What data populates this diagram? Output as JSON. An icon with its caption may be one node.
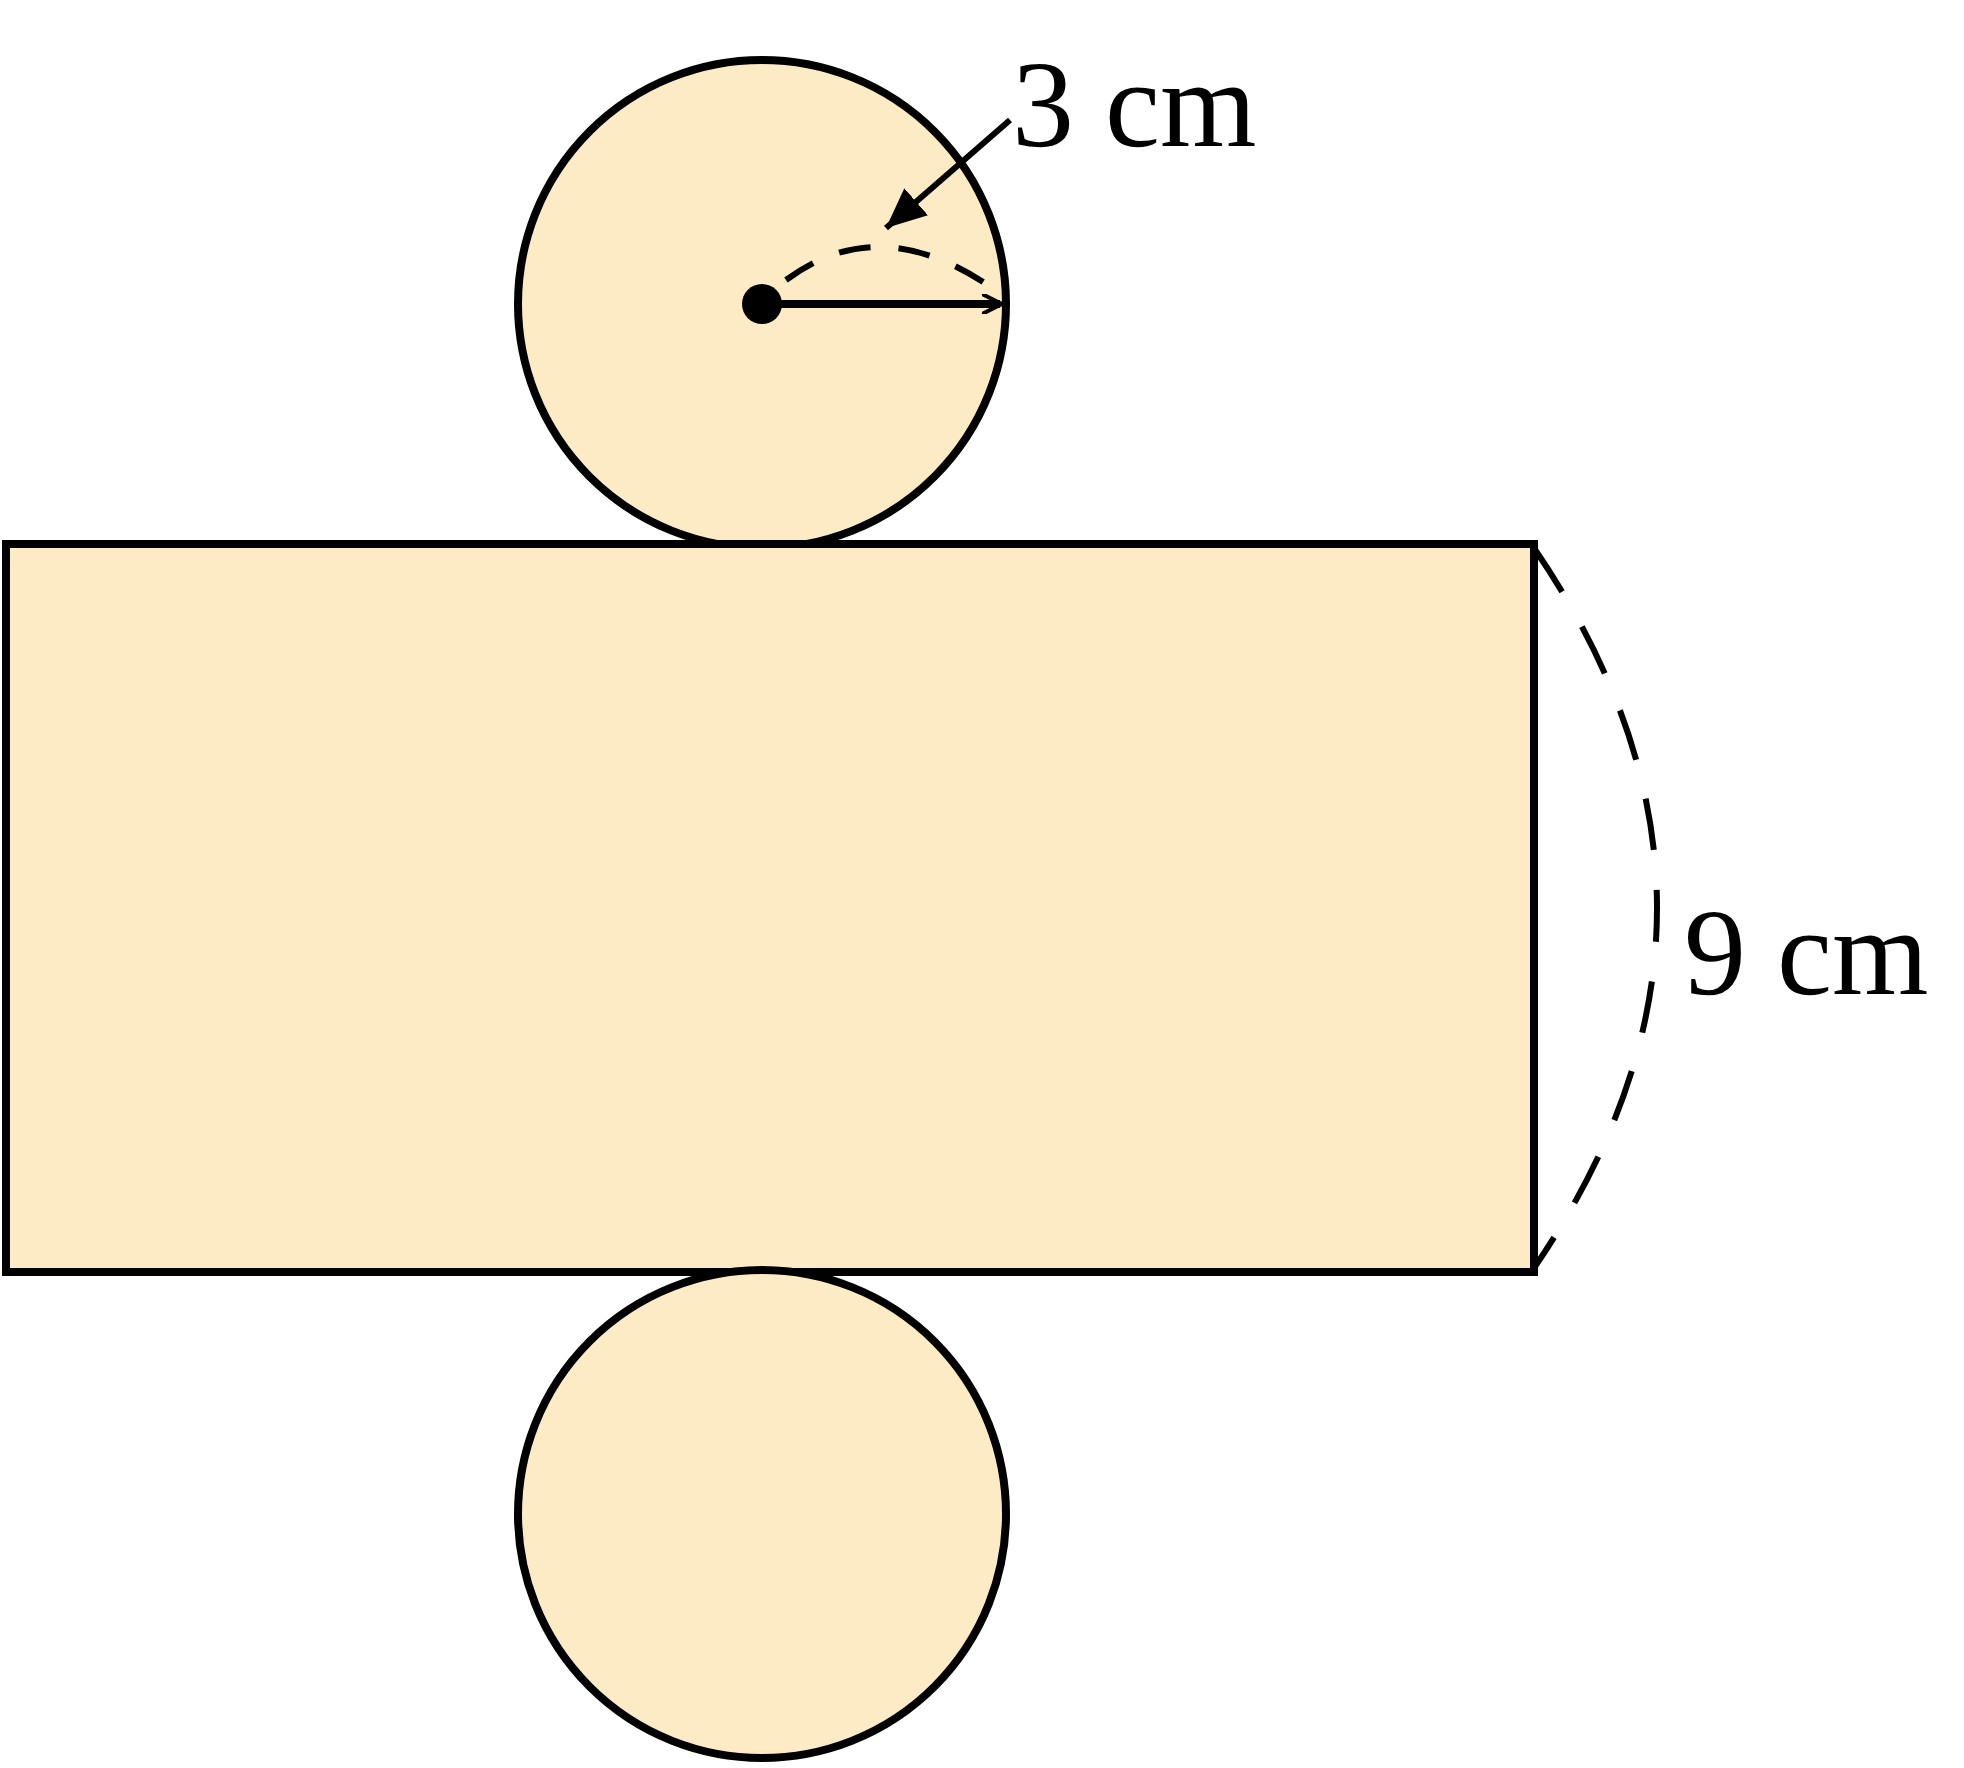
{
  "diagram": {
    "nodes": [
      {
        "text": [
          "3 cm"
        ]
      },
      {
        "text": [],
        "shape": "arc"
      }
    ],
    "edges": [
      {
        "from": 0,
        "to": 1,
        "arrow": "to"
      }
    ],
    "labels": [
      "9 cm"
    ]
  }
}
